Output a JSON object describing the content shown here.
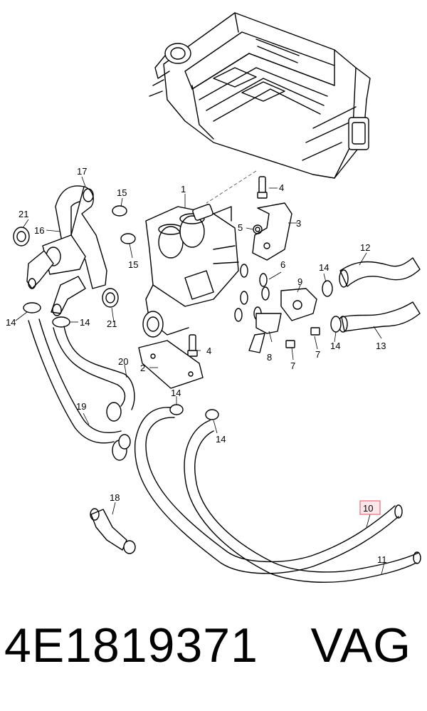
{
  "diagram": {
    "callouts": [
      "1",
      "2",
      "3",
      "4",
      "4",
      "5",
      "6",
      "7",
      "7",
      "8",
      "9",
      "10",
      "11",
      "12",
      "13",
      "14",
      "14",
      "14",
      "14",
      "14",
      "15",
      "15",
      "16",
      "17",
      "18",
      "19",
      "20",
      "21",
      "21"
    ],
    "highlighted_callout": "10"
  },
  "footer": {
    "part_number": "4E1819371",
    "brand": "VAG"
  }
}
